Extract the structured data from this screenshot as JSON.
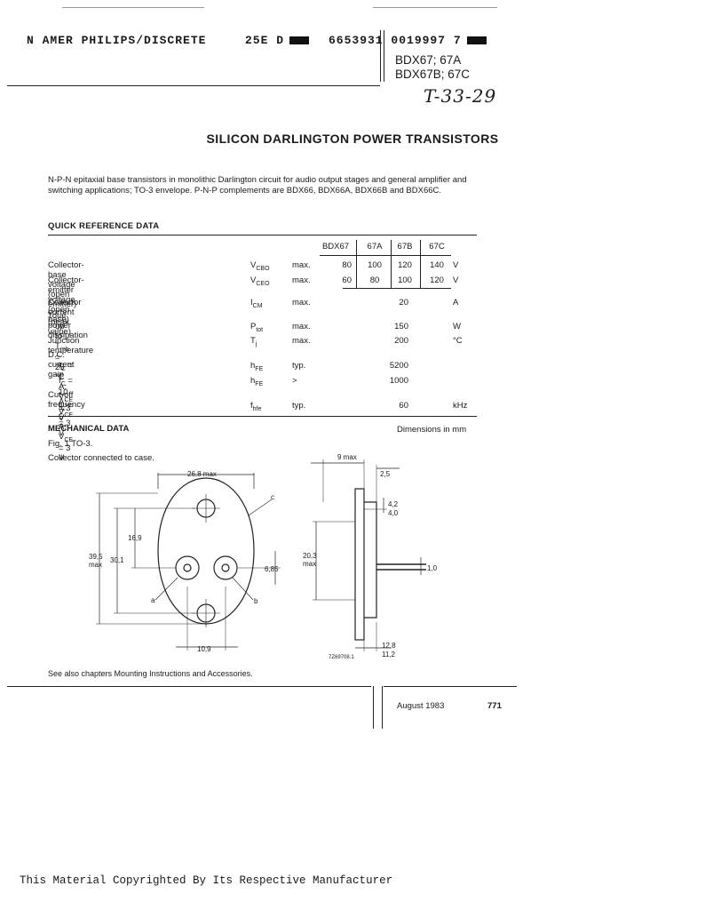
{
  "header": {
    "company": "N AMER PHILIPS/DISCRETE",
    "code": "25E D",
    "barcode": "6653931 0019997 7",
    "types_line1": "BDX67; 67A",
    "types_line2": "BDX67B; 67C",
    "handwritten": "T-33-29"
  },
  "title": "SILICON DARLINGTON POWER TRANSISTORS",
  "intro": "N-P-N epitaxial base transistors in monolithic Darlington circuit for audio output stages and general amplifier and switching applications; TO-3 envelope. P-N-P complements are BDX66, BDX66A, BDX66B and BDX66C.",
  "quick_ref": {
    "heading": "QUICK REFERENCE DATA",
    "columns": [
      "BDX67",
      "67A",
      "67B",
      "67C"
    ],
    "rows": [
      {
        "label": "Collector-base voltage (open emitter)",
        "sym": "V",
        "sub": "CBO",
        "qual": "max.",
        "values": [
          "80",
          "100",
          "120",
          "140"
        ],
        "unit": "V"
      },
      {
        "label": "Collector-emitter voltage (open base)",
        "sym": "V",
        "sub": "CEO",
        "qual": "max.",
        "values": [
          "60",
          "80",
          "100",
          "120"
        ],
        "unit": "V"
      },
      {
        "label": "Collector current (peak value)",
        "sym": "I",
        "sub": "CM",
        "qual": "max.",
        "single": "20",
        "unit": "A"
      },
      {
        "label": "Total power dissipation",
        "label2": "up to T",
        "label2sub": "mb",
        "label2end": " = 25 °C",
        "sym": "P",
        "sub": "tot",
        "qual": "max.",
        "single": "150",
        "unit": "W"
      },
      {
        "label": "Junction temperature",
        "sym": "T",
        "sub": "j",
        "qual": "max.",
        "single": "200",
        "unit": "°C"
      },
      {
        "label": "D.C. current gain",
        "label2": "I",
        "label2sub": "C",
        "label2end": " = 1 A; V",
        "label2sub2": "CE",
        "label2end2": " = 3 V",
        "sym": "h",
        "sub": "FE",
        "qual": "typ.",
        "single": "5200",
        "unit": ""
      },
      {
        "label2": "I",
        "label2sub": "C",
        "label2end": " = 10 A; V",
        "label2sub2": "CE",
        "label2end2": " = 3 V",
        "sym": "h",
        "sub": "FE",
        "qual": ">",
        "single": "1000",
        "unit": ""
      },
      {
        "label": "Cut-off frequency",
        "label2": "I",
        "label2sub": "C",
        "label2end": " = 5 A; V",
        "label2sub2": "CE",
        "label2end2": " = 3 V",
        "sym": "f",
        "sub": "hfe",
        "qual": "typ.",
        "single": "60",
        "unit": "kHz"
      }
    ]
  },
  "mechanical": {
    "heading": "MECHANICAL DATA",
    "dims_note": "Dimensions in mm",
    "fig": "Fig. 1  TO-3.",
    "note": "Collector connected to case.",
    "dims": {
      "d268": "26,8 max",
      "d395": "39,5",
      "max": "max",
      "d301": "30,1",
      "d169": "16,9",
      "d685": "6,85",
      "d109": "10,9",
      "la": "a",
      "lb": "b",
      "lc": "c",
      "d9": "9 max",
      "d25": "2,5",
      "d42": "4,2",
      "d40": "4,0",
      "d203": "20,3",
      "d203max": "max",
      "d10": "1,0",
      "d128": "12,8",
      "d112": "11,2",
      "figcode": "7Z69708.1"
    }
  },
  "see_also": "See also chapters Mounting Instructions and Accessories.",
  "footer": {
    "date": "August 1983",
    "page": "771",
    "copyright": "This Material Copyrighted By Its Respective Manufacturer"
  }
}
